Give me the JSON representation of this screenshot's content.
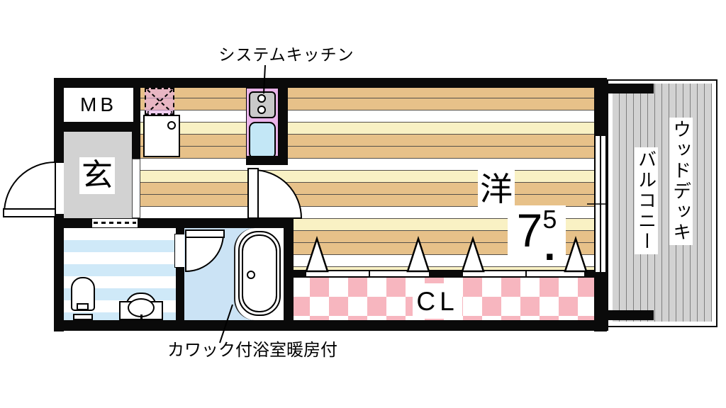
{
  "plan": {
    "title": "1R apartment floor plan",
    "labels": {
      "system_kitchen": "システムキッチン",
      "meter_box": "MB",
      "entrance": "玄",
      "main_room": "洋",
      "size_int": "7",
      "size_dot": ".",
      "size_frac": "5",
      "closet": "CL",
      "balcony": "バルコニー",
      "wood_deck": "ウッドデッキ",
      "bath_note": "カワック付浴室暖房付"
    },
    "colors": {
      "wall": "#0a0a0a",
      "floor_tan": "#e7c189",
      "floor_cream": "#f9f1c4",
      "kitchen_purple": "#eab4ea",
      "kitchen_sink_blue": "#c3e7f6",
      "stove_gray": "#c9c9c9",
      "entrance_gray": "#d2d2d2",
      "wood_deck_gray": "#d2d2d2",
      "closet_pink": "#f7b6bf",
      "washroom_stripe_blue": "#cfe9f8",
      "bathroom_blue": "#cbe3f5"
    }
  }
}
